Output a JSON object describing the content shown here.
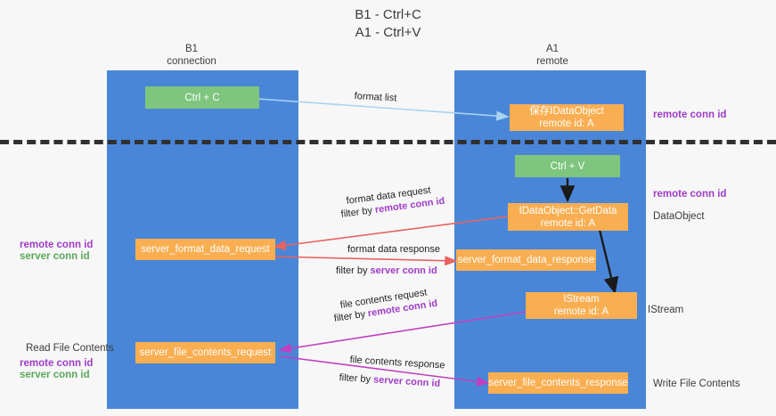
{
  "title": "B1 - Ctrl+C\nA1 - Ctrl+V",
  "columns": {
    "left": {
      "name": "B1",
      "sub": "connection",
      "label": "B1\nconnection"
    },
    "right": {
      "name": "A1",
      "sub": "remote",
      "label": "A1\nremote"
    }
  },
  "colors": {
    "lane": "#4a86d8",
    "green_box": "#7ec57e",
    "orange_box": "#f9ae51",
    "remote_conn_id": "#a03cc8",
    "server_conn_id": "#5aa85a",
    "divider": "#303030",
    "arrow_format_list": "#a8d4f0",
    "arrow_format_data": "#e8635f",
    "arrow_file_contents": "#c040c0",
    "arrow_black": "#1a1a1a",
    "background": "#f7f7f7"
  },
  "boxes": {
    "ctrl_c": "Ctrl + C",
    "ctrl_v": "Ctrl + V",
    "save_idataobject": "保存IDataObject\nremote id: A",
    "idataobject_getdata": "IDataObject::GetData\nremote id: A",
    "istream": "IStream\nremote id: A",
    "server_format_data_request": "server_format_data_request",
    "server_format_data_response": "server_format_data_response",
    "server_file_contents_request": "server_file_contents_request",
    "server_file_contents_response": "server_file_contents_response"
  },
  "right_labels": {
    "remote_conn_id_top": "remote conn id",
    "remote_conn_id_mid": "remote conn id",
    "dataobject": "DataObject",
    "istream": "IStream",
    "write_file_contents": "Write File Contents"
  },
  "left_labels": {
    "mid_remote_conn_id": "remote conn id",
    "mid_server_conn_id": "server conn id",
    "read_file_contents": "Read File Contents",
    "bottom_remote_conn_id": "remote conn id",
    "bottom_server_conn_id": "server conn id"
  },
  "edge_labels": {
    "format_list": "format list",
    "format_data_request": "format data request",
    "format_data_request_filter_prefix": "filter by ",
    "format_data_request_filter_key": "remote conn id",
    "format_data_response": "format data response",
    "format_data_response_filter_prefix": "filter by ",
    "format_data_response_filter_key": "server conn id",
    "file_contents_request": "file contents request",
    "file_contents_request_filter_prefix": "filter by ",
    "file_contents_request_filter_key": "remote conn id",
    "file_contents_response": "file contents response",
    "file_contents_response_filter_prefix": "filter by ",
    "file_contents_response_filter_key": "server conn id"
  }
}
